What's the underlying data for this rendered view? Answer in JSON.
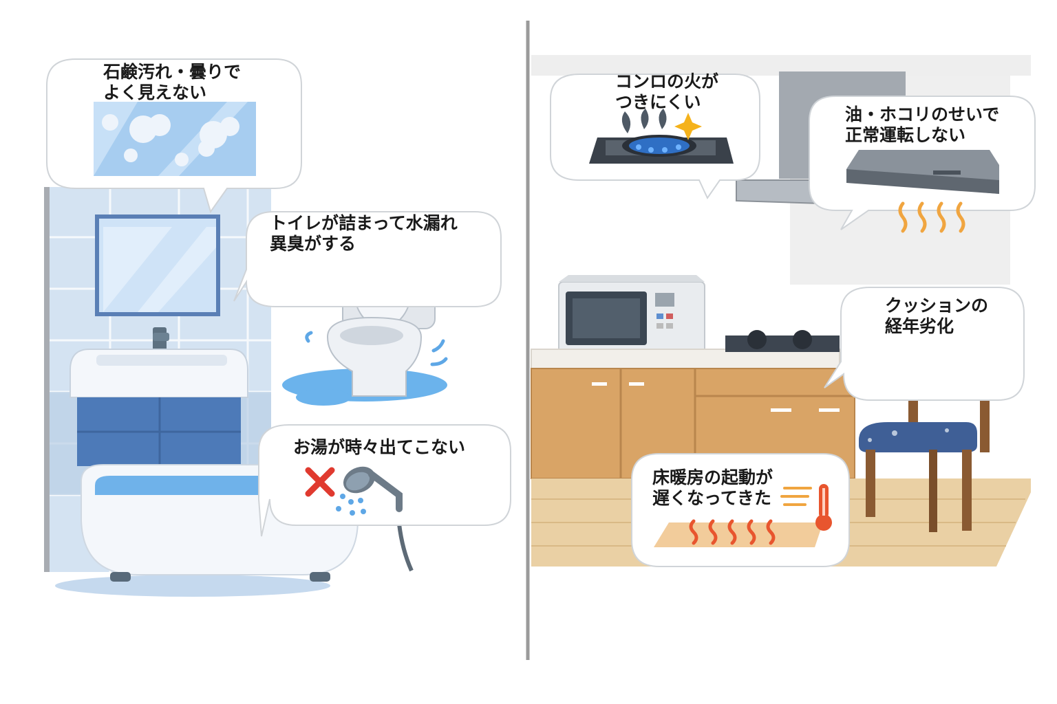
{
  "colors": {
    "tile": "#dbe8f5",
    "tile_dark": "#4a78b3",
    "water": "#5ea7e6",
    "cabinet_wood": "#d9a466",
    "floor_wood": "#e8c58f",
    "chair_wood": "#8a5a32",
    "cushion": "#3f5f96",
    "divider": "#9a9a9a",
    "error_red": "#e03a2f",
    "heat_orange": "#f08a3a"
  },
  "icons": [
    "cloud-icon",
    "water-splash-icon",
    "x-mark-icon",
    "shower-head-icon",
    "flame-icon",
    "spark-icon",
    "heat-wave-icon",
    "thermometer-icon"
  ],
  "bathroom": {
    "mirror_bubble": {
      "line1": "石鹸汚れ・曇りで",
      "line2": "よく見えない"
    },
    "toilet_bubble": {
      "line1": "トイレが詰まって水漏れ",
      "line2": "異臭がする"
    },
    "shower_bubble": {
      "line1": "お湯が時々出てこない"
    }
  },
  "kitchen": {
    "stove_bubble": {
      "line1": "コンロの火が",
      "line2": "つきにくい"
    },
    "hood_bubble": {
      "line1": "油・ホコリのせいで",
      "line2": "正常運転しない"
    },
    "chair_bubble": {
      "line1": "クッションの",
      "line2": "経年劣化"
    },
    "floor_bubble": {
      "line1": "床暖房の起動が",
      "line2": "遅くなってきた"
    }
  }
}
